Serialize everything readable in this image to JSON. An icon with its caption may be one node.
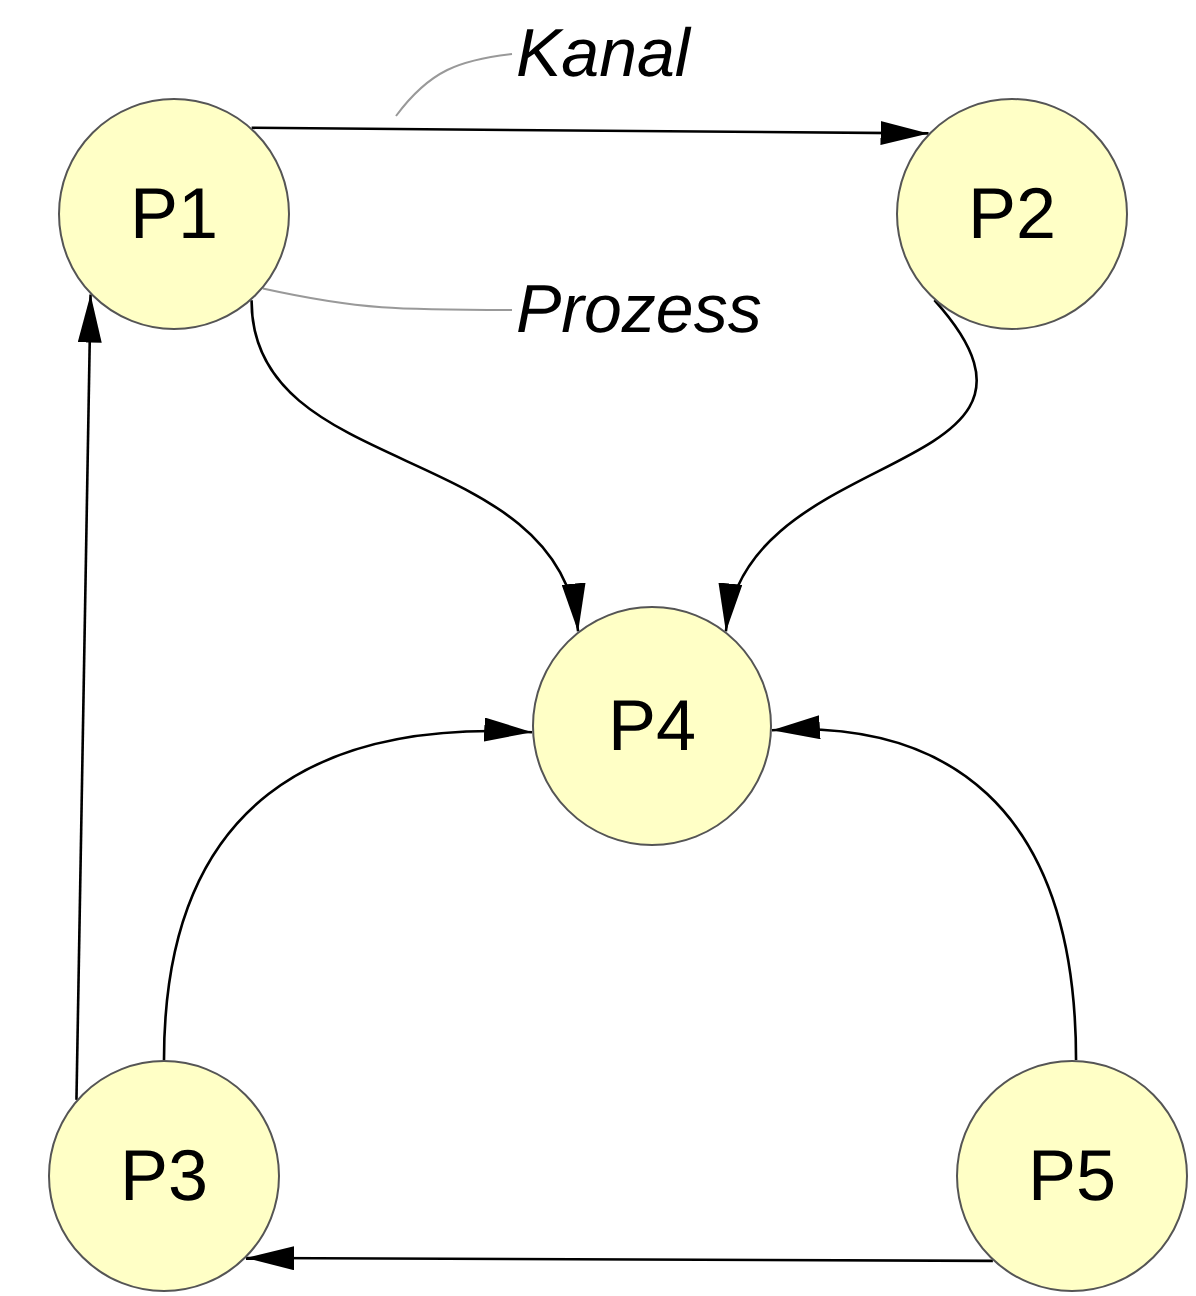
{
  "diagram": {
    "nodes": [
      {
        "text": [
          "P1"
        ]
      },
      {
        "text": [
          "P2"
        ]
      },
      {
        "text": [
          "P4"
        ]
      },
      {
        "text": [
          "P3"
        ]
      },
      {
        "text": [
          "P5"
        ]
      },
      {
        "text": [
          "Kanal"
        ]
      },
      {
        "text": [
          "Prozess"
        ]
      }
    ],
    "edges": [
      {
        "from": 0,
        "to": 1,
        "arrow": "to"
      },
      {
        "from": 0,
        "to": 2,
        "arrow": "to"
      },
      {
        "from": 1,
        "to": 2,
        "arrow": "to"
      },
      {
        "from": 3,
        "to": 2,
        "arrow": "to"
      },
      {
        "from": 4,
        "to": 2,
        "arrow": "to"
      },
      {
        "from": 3,
        "to": 0,
        "arrow": "to"
      },
      {
        "from": 4,
        "to": 3,
        "arrow": "to"
      },
      {
        "from": 5,
        "to": null,
        "arrow": "none",
        "color": "#999999"
      },
      {
        "from": 6,
        "to": 0,
        "arrow": "none",
        "color": "#999999"
      }
    ]
  }
}
